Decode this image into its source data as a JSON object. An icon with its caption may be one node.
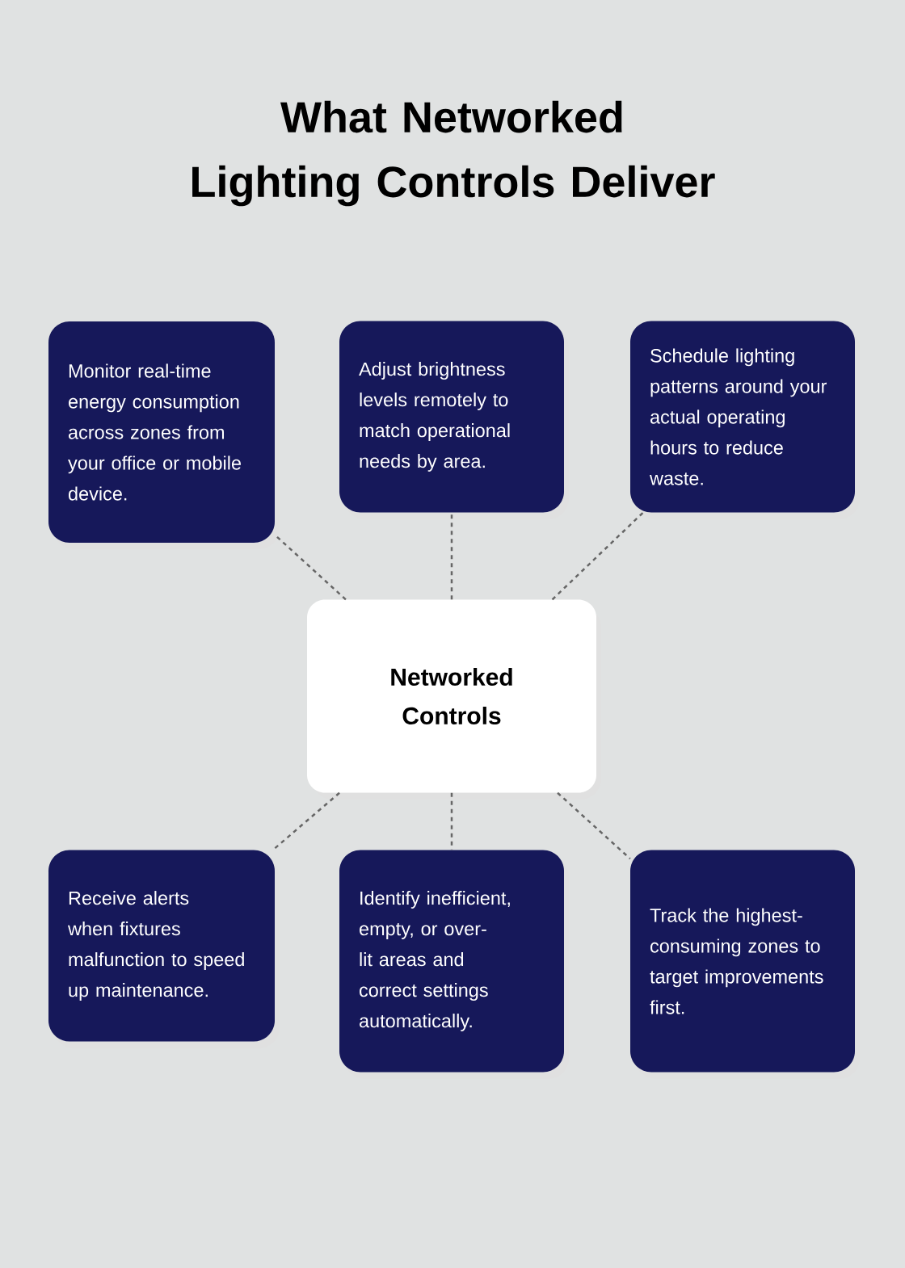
{
  "diagram": {
    "title": "What Networked Lighting Controls Deliver",
    "nodes": [
      {
        "text": [
          "Monitor real-time energy consumption across zones from your office or mobile device."
        ]
      },
      {
        "text": [
          "Adjust brightness levels remotely to match operational needs by area."
        ]
      },
      {
        "text": [
          "Schedule lighting patterns around your actual operating hours to reduce waste."
        ]
      },
      {
        "text": [
          "Networked Controls"
        ]
      },
      {
        "text": [
          "Receive alerts when fixtures malfunction to speed up maintenance."
        ]
      },
      {
        "text": [
          "Identify inefficient, empty, or over-lit areas and correct settings automatically."
        ]
      },
      {
        "text": [
          "Track the highest-consuming zones to target improvements first."
        ]
      }
    ],
    "edges": [
      {
        "from": 3,
        "to": 0,
        "arrow": "none",
        "style": "dashed"
      },
      {
        "from": 3,
        "to": 1,
        "arrow": "none",
        "style": "dashed"
      },
      {
        "from": 3,
        "to": 2,
        "arrow": "none",
        "style": "dashed"
      },
      {
        "from": 3,
        "to": 4,
        "arrow": "none",
        "style": "dashed"
      },
      {
        "from": 3,
        "to": 5,
        "arrow": "none",
        "style": "dashed"
      },
      {
        "from": 3,
        "to": 6,
        "arrow": "none",
        "style": "dashed"
      }
    ]
  }
}
